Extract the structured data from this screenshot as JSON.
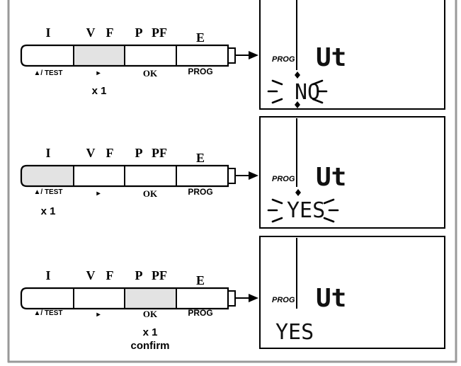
{
  "keypad": {
    "top_labels": {
      "i": "I",
      "v": "V",
      "f": "F",
      "p": "P",
      "pf": "PF",
      "e": "E"
    },
    "bottom_labels": {
      "test": "▲/ TEST",
      "next": "▸",
      "ok": "OK",
      "prog": "PROG"
    }
  },
  "steps": [
    {
      "highlight": "vf",
      "count": "x 1",
      "count2": "",
      "display": {
        "prog": "PROG",
        "param": "Ut",
        "value": "NO",
        "blinking": true
      }
    },
    {
      "highlight": "i",
      "count": "x 1",
      "count2": "",
      "display": {
        "prog": "PROG",
        "param": "Ut",
        "value": "YES",
        "blinking": true
      }
    },
    {
      "highlight": "ppf",
      "count": "x 1",
      "count2": "confirm",
      "display": {
        "prog": "PROG",
        "param": "Ut",
        "value": "YES",
        "blinking": false
      }
    }
  ],
  "colors": {
    "highlight": "#e3e3e3",
    "stroke": "#000000",
    "frame": "#888888",
    "lcd_text": "#111111"
  }
}
